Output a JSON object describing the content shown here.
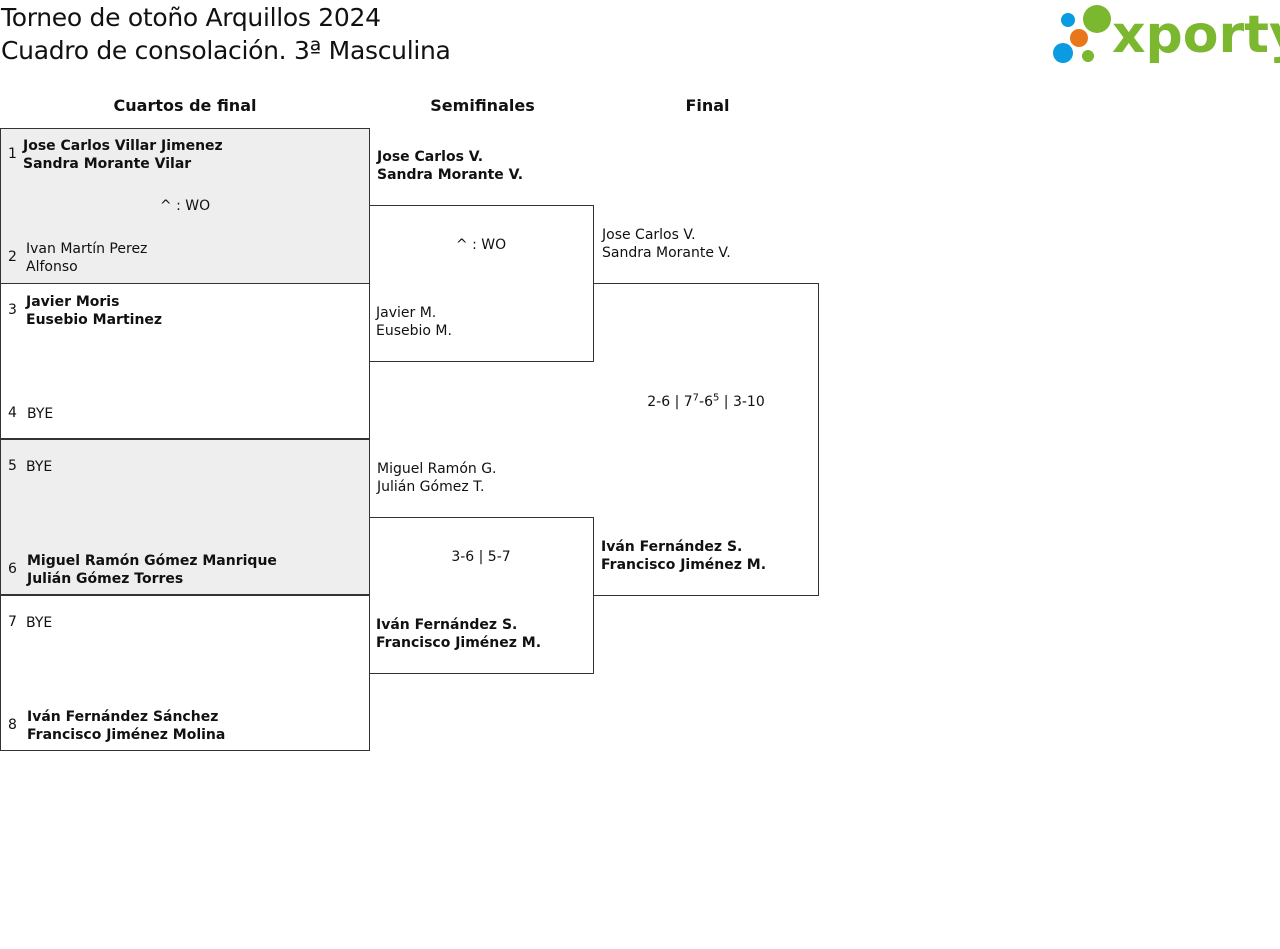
{
  "header": {
    "title_line1": "Torneo de otoño Arquillos 2024",
    "title_line2": "Cuadro de consolación. 3ª Masculina",
    "logo_text": "xporty",
    "logo_colors": {
      "blue": "#0b9be0",
      "orange": "#e8771c",
      "green": "#7cb82f"
    }
  },
  "rounds": {
    "quarterfinals": "Cuartos de final",
    "semifinals": "Semifinales",
    "final": "Final"
  },
  "quarterfinals": [
    {
      "shaded": true,
      "top": {
        "seed": "1",
        "line1": "Jose Carlos Villar Jimenez",
        "line2": "Sandra Morante Vilar"
      },
      "score": "^ : WO",
      "bottom": {
        "seed": "2",
        "line1": "Ivan Martín Perez",
        "line2": "Alfonso"
      }
    },
    {
      "shaded": false,
      "top": {
        "seed": "3",
        "line1": "Javier Moris",
        "line2": "Eusebio Martinez"
      },
      "score": "",
      "bottom": {
        "seed": "4",
        "line1": "BYE",
        "line2": ""
      }
    },
    {
      "shaded": true,
      "top": {
        "seed": "5",
        "line1": "BYE",
        "line2": ""
      },
      "score": "",
      "bottom": {
        "seed": "6",
        "line1": "Miguel Ramón Gómez Manrique",
        "line2": "Julián Gómez Torres"
      }
    },
    {
      "shaded": false,
      "top": {
        "seed": "7",
        "line1": "BYE",
        "line2": ""
      },
      "score": "",
      "bottom": {
        "seed": "8",
        "line1": "Iván Fernández Sánchez",
        "line2": "Francisco Jiménez Molina"
      }
    }
  ],
  "semifinals": [
    {
      "top": {
        "line1": "Jose Carlos V.",
        "line2": "Sandra Morante V."
      },
      "score": "^ : WO",
      "bottom": {
        "line1": "Javier M.",
        "line2": "Eusebio M."
      }
    },
    {
      "top": {
        "line1": "Miguel Ramón G.",
        "line2": "Julián Gómez T."
      },
      "score": "3-6 | 5-7",
      "bottom": {
        "line1": "Iván Fernández S.",
        "line2": "Francisco Jiménez M."
      }
    }
  ],
  "final": {
    "top": {
      "line1": "Jose Carlos V.",
      "line2": "Sandra Morante V."
    },
    "score_set1": "2-6 | 7",
    "score_tb1": "7",
    "score_mid": "-6",
    "score_tb2": "5",
    "score_end": " | 3-10",
    "bottom": {
      "line1": "Iván Fernández S.",
      "line2": "Francisco Jiménez M."
    }
  }
}
